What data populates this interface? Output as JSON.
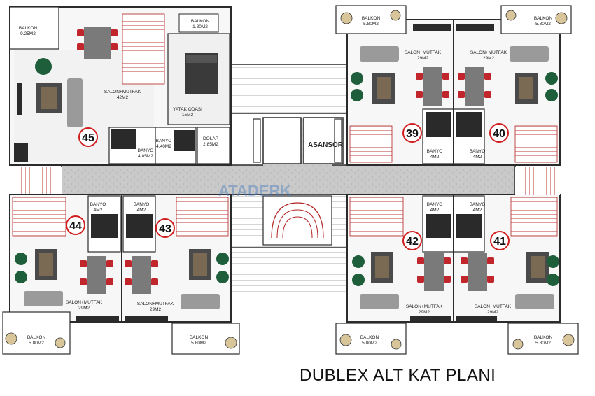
{
  "title": "DUBLEX ALT KAT PLANI",
  "watermark": "ATADERK",
  "elevator": "ASANSÖR",
  "colors": {
    "wall": "#2b2b2b",
    "corridor": "#c9c9c9",
    "stair_red": "#b22222",
    "chair_red": "#c0262c",
    "chair_green": "#1f5e3a",
    "sofa": "#9a9a9a",
    "bath": "#2a2a2a",
    "circle_border": "#d11e1e"
  },
  "units": [
    {
      "number": "45",
      "rooms": [
        {
          "name": "BALKON",
          "area": "9.25M2"
        },
        {
          "name": "SALON+MUTFAK",
          "area": "42M2"
        },
        {
          "name": "BALKON",
          "area": "1.80M2"
        },
        {
          "name": "YATAK ODASI",
          "area": "15M2"
        },
        {
          "name": "BANYO",
          "area": "4.40M2"
        },
        {
          "name": "BANYO",
          "area": "4.85M2"
        },
        {
          "name": "DOLAP",
          "area": "2.85M2"
        }
      ]
    },
    {
      "number": "39",
      "rooms": [
        {
          "name": "BALKON",
          "area": "5.80M2"
        },
        {
          "name": "SALON+MUTFAK",
          "area": "29M2"
        },
        {
          "name": "BANYO",
          "area": "4M2"
        }
      ]
    },
    {
      "number": "40",
      "rooms": [
        {
          "name": "BALKON",
          "area": "5.80M2"
        },
        {
          "name": "SALON+MUTFAK",
          "area": "29M2"
        },
        {
          "name": "BANYO",
          "area": "4M2"
        }
      ]
    },
    {
      "number": "44",
      "rooms": [
        {
          "name": "BANYO",
          "area": "4M2"
        },
        {
          "name": "SALON+MUTFAK",
          "area": "29M2"
        },
        {
          "name": "BALKON",
          "area": "5.80M2"
        }
      ]
    },
    {
      "number": "43",
      "rooms": [
        {
          "name": "BANYO",
          "area": "4M2"
        },
        {
          "name": "SALON+MUTFAK",
          "area": "29M2"
        },
        {
          "name": "BALKON",
          "area": "5.80M2"
        }
      ]
    },
    {
      "number": "42",
      "rooms": [
        {
          "name": "BANYO",
          "area": "4M2"
        },
        {
          "name": "SALON+MUTFAK",
          "area": "29M2"
        },
        {
          "name": "BALKON",
          "area": "5.80M2"
        }
      ]
    },
    {
      "number": "41",
      "rooms": [
        {
          "name": "BANYO",
          "area": "4M2"
        },
        {
          "name": "SALON+MUTFAK",
          "area": "29M2"
        },
        {
          "name": "BALKON",
          "area": "5.80M2"
        }
      ]
    }
  ]
}
